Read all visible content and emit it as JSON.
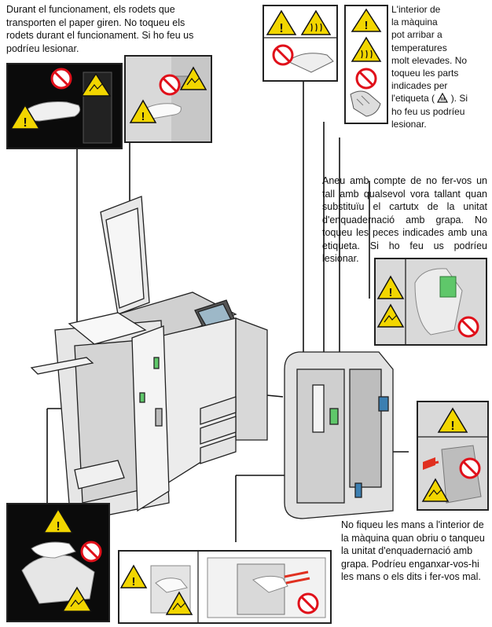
{
  "texts": {
    "rollers": "Durant el funcionament, els rodets que transporten el paper giren. No toqueu els rodets durant el funcionament. Si ho feu us podríeu lesionar.",
    "hot_line1": "L'interior de",
    "hot_line2": "la màquina",
    "hot_line3": "pot arribar a",
    "hot_line4": "temperatures",
    "hot_line5": "molt elevades. No",
    "hot_line6": "toqueu les parts",
    "hot_line7": "indicades per",
    "hot_line8a": "l'etiqueta (",
    "hot_line8b": "). Si",
    "hot_line9": "ho feu us podríeu",
    "hot_line10": "lesionar.",
    "staple": "Aneu amb compte de no fer-vos un tall amb qualsevol vora tallant quan substituïu el cartutx de la unitat d'enquadernació amb grapa. No toqueu les peces indicades amb una etiqueta. Si ho feu us podríeu lesionar.",
    "hands": "No fiqueu les mans a l'interior de la màquina quan obriu o tanqueu la unitat d'enquadernació amb grapa. Podríeu enganxar-vos-hi les mans o els dits i fer-vos mal."
  },
  "icons": {
    "warning": "warning-triangle-icon",
    "prohibition": "no-touch-prohibition-icon",
    "hot": "hot-surface-icon",
    "pinch": "hand-pinch-hazard-icon"
  },
  "colors": {
    "warning_yellow": "#f2d600",
    "prohibition_red": "#e0101a",
    "highlight_green": "#5fc76a",
    "arrow_red": "#e03020"
  }
}
